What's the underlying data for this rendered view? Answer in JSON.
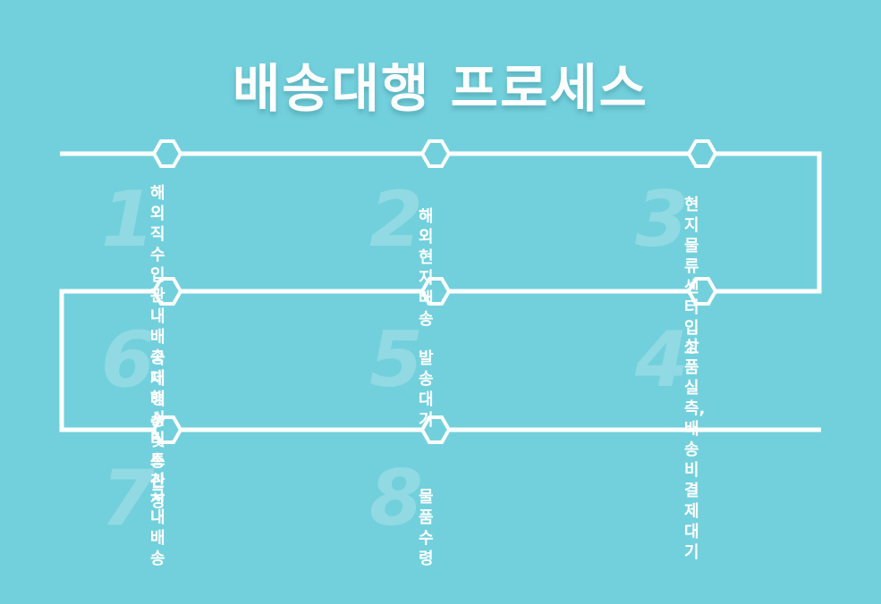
{
  "title": "배송대행 프로세스",
  "colors": {
    "background": "#72d0dc",
    "line": "#ffffff"
  },
  "steps": [
    {
      "number": "1",
      "label": "해외직수입관 내\n배송대행\n서비스 신청"
    },
    {
      "number": "2",
      "label": "해외 현지배송"
    },
    {
      "number": "3",
      "label": "현지\n물류센터 입고"
    },
    {
      "number": "4",
      "label": "상품실측, 배송비\n결제대기"
    },
    {
      "number": "5",
      "label": "발송대기"
    },
    {
      "number": "6",
      "label": "국제배송 및 통관"
    },
    {
      "number": "7",
      "label": "국내배송"
    },
    {
      "number": "8",
      "label": "물품수령"
    }
  ]
}
